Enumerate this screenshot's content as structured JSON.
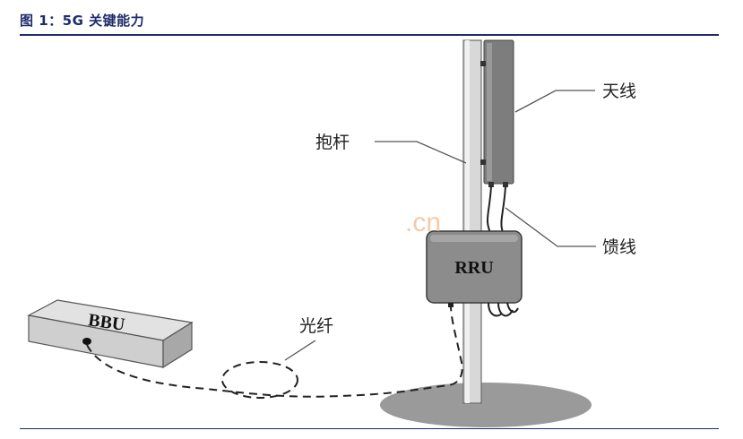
{
  "caption": "图 1：5G 关键能力",
  "labels": {
    "antenna": "天线",
    "pole": "抱杆",
    "feeder": "馈线",
    "fiber": "光纤"
  },
  "boxes": {
    "rru": "RRU",
    "bbu": "BBU"
  },
  "watermark": ".cn"
}
